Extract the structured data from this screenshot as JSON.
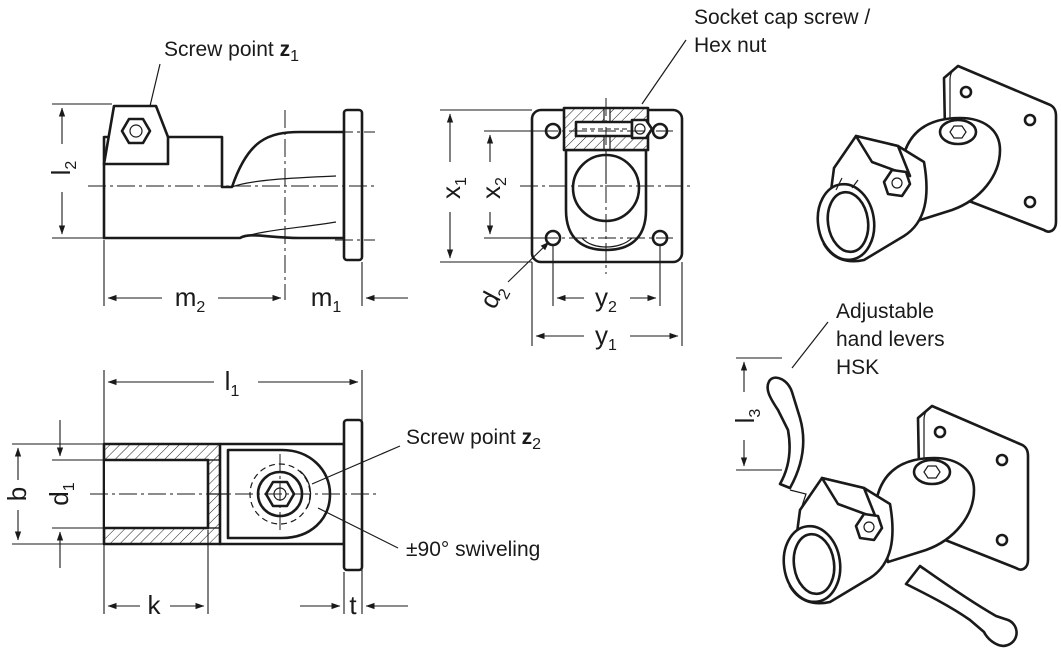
{
  "callouts": {
    "screw_point_z1": {
      "text": "Screw point ",
      "symbol": "z",
      "sub": "1"
    },
    "screw_point_z2": {
      "text": "Screw point ",
      "symbol": "z",
      "sub": "2"
    },
    "socket_line1": "Socket cap screw /",
    "socket_line2": "Hex nut",
    "swivel": "±90° swiveling",
    "levers_line1": "Adjustable",
    "levers_line2": "hand levers",
    "levers_line3": "HSK"
  },
  "dimensions": {
    "l2": {
      "base": "l",
      "sub": "2"
    },
    "m2": {
      "base": "m",
      "sub": "2"
    },
    "m1": {
      "base": "m",
      "sub": "1"
    },
    "x1": {
      "base": "x",
      "sub": "1"
    },
    "x2": {
      "base": "x",
      "sub": "2"
    },
    "d2": {
      "base": "d",
      "sub": "2"
    },
    "y2": {
      "base": "y",
      "sub": "2"
    },
    "y1": {
      "base": "y",
      "sub": "1"
    },
    "l1": {
      "base": "l",
      "sub": "1"
    },
    "b": {
      "base": "b"
    },
    "d1": {
      "base": "d",
      "sub": "1"
    },
    "k": {
      "base": "k"
    },
    "t": {
      "base": "t"
    },
    "l3": {
      "base": "l",
      "sub": "3"
    }
  }
}
